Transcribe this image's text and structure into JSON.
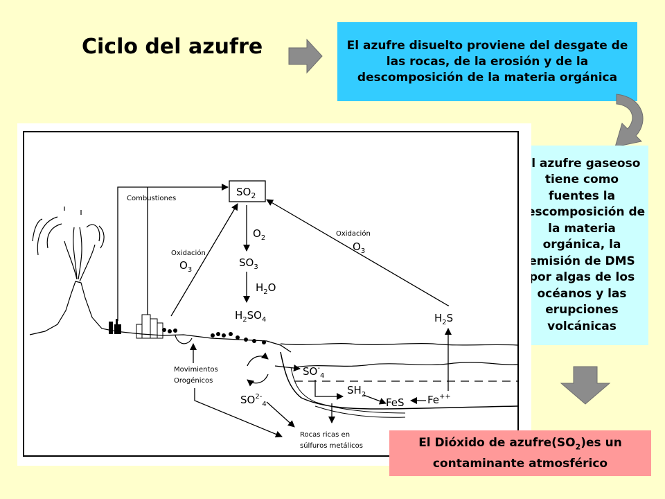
{
  "title": "Ciclo del azufre",
  "box_top": "El azufre disuelto proviene del desgate de las rocas, de la erosión y de la descomposición de la materia orgánica",
  "box_right": "El azufre gaseoso tiene como fuentes la descomposición de la materia orgánica, la emisión de DMS por algas de los océanos y las erupciones volcánicas",
  "box_bottom": {
    "part1": "El Dióxido de azufre(SO",
    "sub": "2",
    "part2": ")es un contaminante atmosférico"
  },
  "diagram": {
    "combustiones": "Combustiones",
    "so2": "SO",
    "so2_sub": "2",
    "oxidacion_left": "Oxidación",
    "o3_left": "O",
    "o3_left_sub": "3",
    "oxidacion_right": "Oxidación",
    "o3_right": "O",
    "o3_right_sub": "3",
    "o2": "O",
    "o2_sub": "2",
    "so3": "SO",
    "so3_sub": "3",
    "h2o_h": "H",
    "h2o_sub": "2",
    "h2o_o": "O",
    "h2so4_h": "H",
    "h2so4_sub1": "2",
    "h2so4_so": "SO",
    "h2so4_sub2": "4",
    "h2s_h": "H",
    "h2s_sub": "2",
    "h2s_s": "S",
    "movimientos_1": "Movimientos",
    "movimientos_2": "Orogénicos",
    "so4_a": "SO",
    "so4_a_sup": "-",
    "so4_a_sub": "4",
    "so4_b": "SO",
    "so4_b_sup": "2-",
    "so4_b_sub": "4",
    "sh2_s": "SH",
    "sh2_sub": "2",
    "fes": "FeS",
    "fe": "Fe",
    "fe_sup": "++",
    "rocas_1": "Rocas ricas en",
    "rocas_2": "súlfuros metálicos"
  }
}
